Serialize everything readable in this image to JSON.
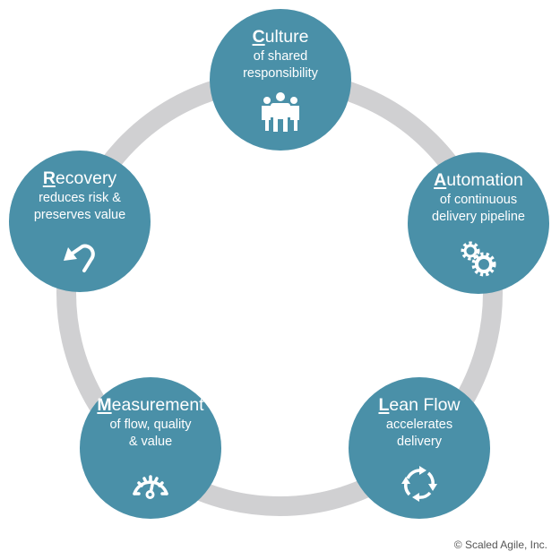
{
  "diagram": {
    "ring_color": "#d0d0d2",
    "node_color": "#4a90a8",
    "nodes": [
      {
        "id": "culture",
        "initial": "C",
        "rest": "ulture",
        "subtitle": "of shared\nresponsibility",
        "icon": "people-icon"
      },
      {
        "id": "automation",
        "initial": "A",
        "rest": "utomation",
        "subtitle": "of continuous\ndelivery pipeline",
        "icon": "gears-icon"
      },
      {
        "id": "leanflow",
        "initial": "L",
        "rest": "ean Flow",
        "subtitle": "accelerates\ndelivery",
        "icon": "cycle-arrows-icon"
      },
      {
        "id": "measurement",
        "initial": "M",
        "rest": "easurement",
        "subtitle": "of flow, quality\n& value",
        "icon": "gauge-icon"
      },
      {
        "id": "recovery",
        "initial": "R",
        "rest": "ecovery",
        "subtitle": "reduces risk &\npreserves value",
        "icon": "undo-arrow-icon"
      }
    ]
  },
  "footer": {
    "copyright": "© Scaled Agile, Inc."
  }
}
